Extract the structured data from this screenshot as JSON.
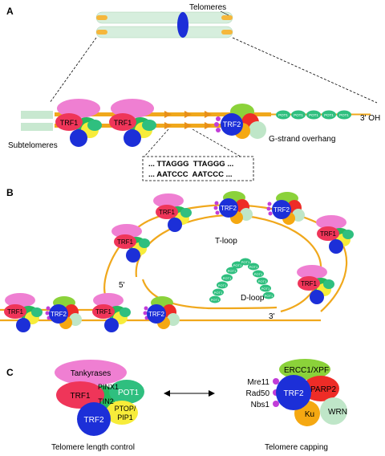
{
  "panels": {
    "a": {
      "letter": "A",
      "telomeres": "Telomeres",
      "subtelomeres": "Subtelomeres",
      "g_overhang": "G-strand overhang",
      "three_oh": "3' OH",
      "seq_top": "... TTAGGG  TTAGGG ...",
      "seq_bottom": "... AATCCC  AATCCC ..."
    },
    "b": {
      "letter": "B",
      "t_loop": "T-loop",
      "d_loop": "D-loop",
      "five_prime": "5'",
      "three_prime": "3'"
    },
    "c": {
      "letter": "C",
      "left_caption": "Telomere length control",
      "right_caption": "Telomere capping"
    }
  },
  "proteins": {
    "trf1": "TRF1",
    "trf2": "TRF2",
    "pot1": "POT1",
    "tankyrases": "Tankyrases",
    "pinx1": "PINX1",
    "tin2": "TIN2",
    "ptop_line1": "PTOP/",
    "ptop_line2": "PIP1",
    "mre11": "Mre11",
    "rad50": "Rad50",
    "nbs1": "Nbs1",
    "ercc1": "ERCC1/XPF",
    "parp2": "PARP2",
    "ku": "Ku",
    "wrn": "WRN"
  },
  "colors": {
    "tankyrase": "#ef7fd2",
    "trf1": "#ef3559",
    "green": "#27b85d",
    "yellow": "#f7ec3a",
    "blue": "#1c2fd8",
    "pot1": "#2fbf7f",
    "red": "#ee2c27",
    "orange": "#f5a812",
    "mint": "#bfe6c8",
    "magenta": "#c13dd8",
    "lime": "#8bd23a",
    "dna": "#f0a81c",
    "chromosome": "#d6eedd"
  }
}
